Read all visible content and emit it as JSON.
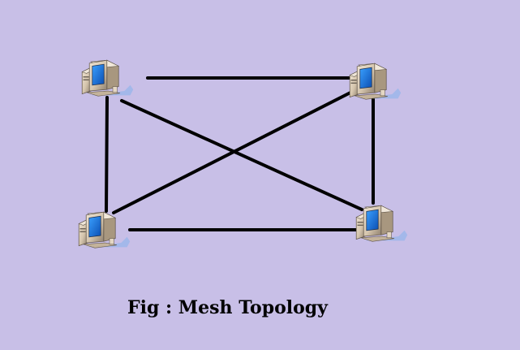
{
  "caption": "Fig : Mesh Topology",
  "colors": {
    "background": "#c8bfe7",
    "link": "#000000",
    "screen": "#1e7fe0",
    "case": "#d7c7b1"
  },
  "nodes": [
    {
      "id": "top-left",
      "icon": "computer-icon"
    },
    {
      "id": "top-right",
      "icon": "computer-icon"
    },
    {
      "id": "bottom-left",
      "icon": "computer-icon"
    },
    {
      "id": "bottom-right",
      "icon": "computer-icon"
    }
  ],
  "links": [
    {
      "from": "top-left",
      "to": "top-right"
    },
    {
      "from": "top-left",
      "to": "bottom-left"
    },
    {
      "from": "top-left",
      "to": "bottom-right"
    },
    {
      "from": "top-right",
      "to": "bottom-right"
    },
    {
      "from": "top-right",
      "to": "bottom-left"
    },
    {
      "from": "bottom-left",
      "to": "bottom-right"
    }
  ]
}
